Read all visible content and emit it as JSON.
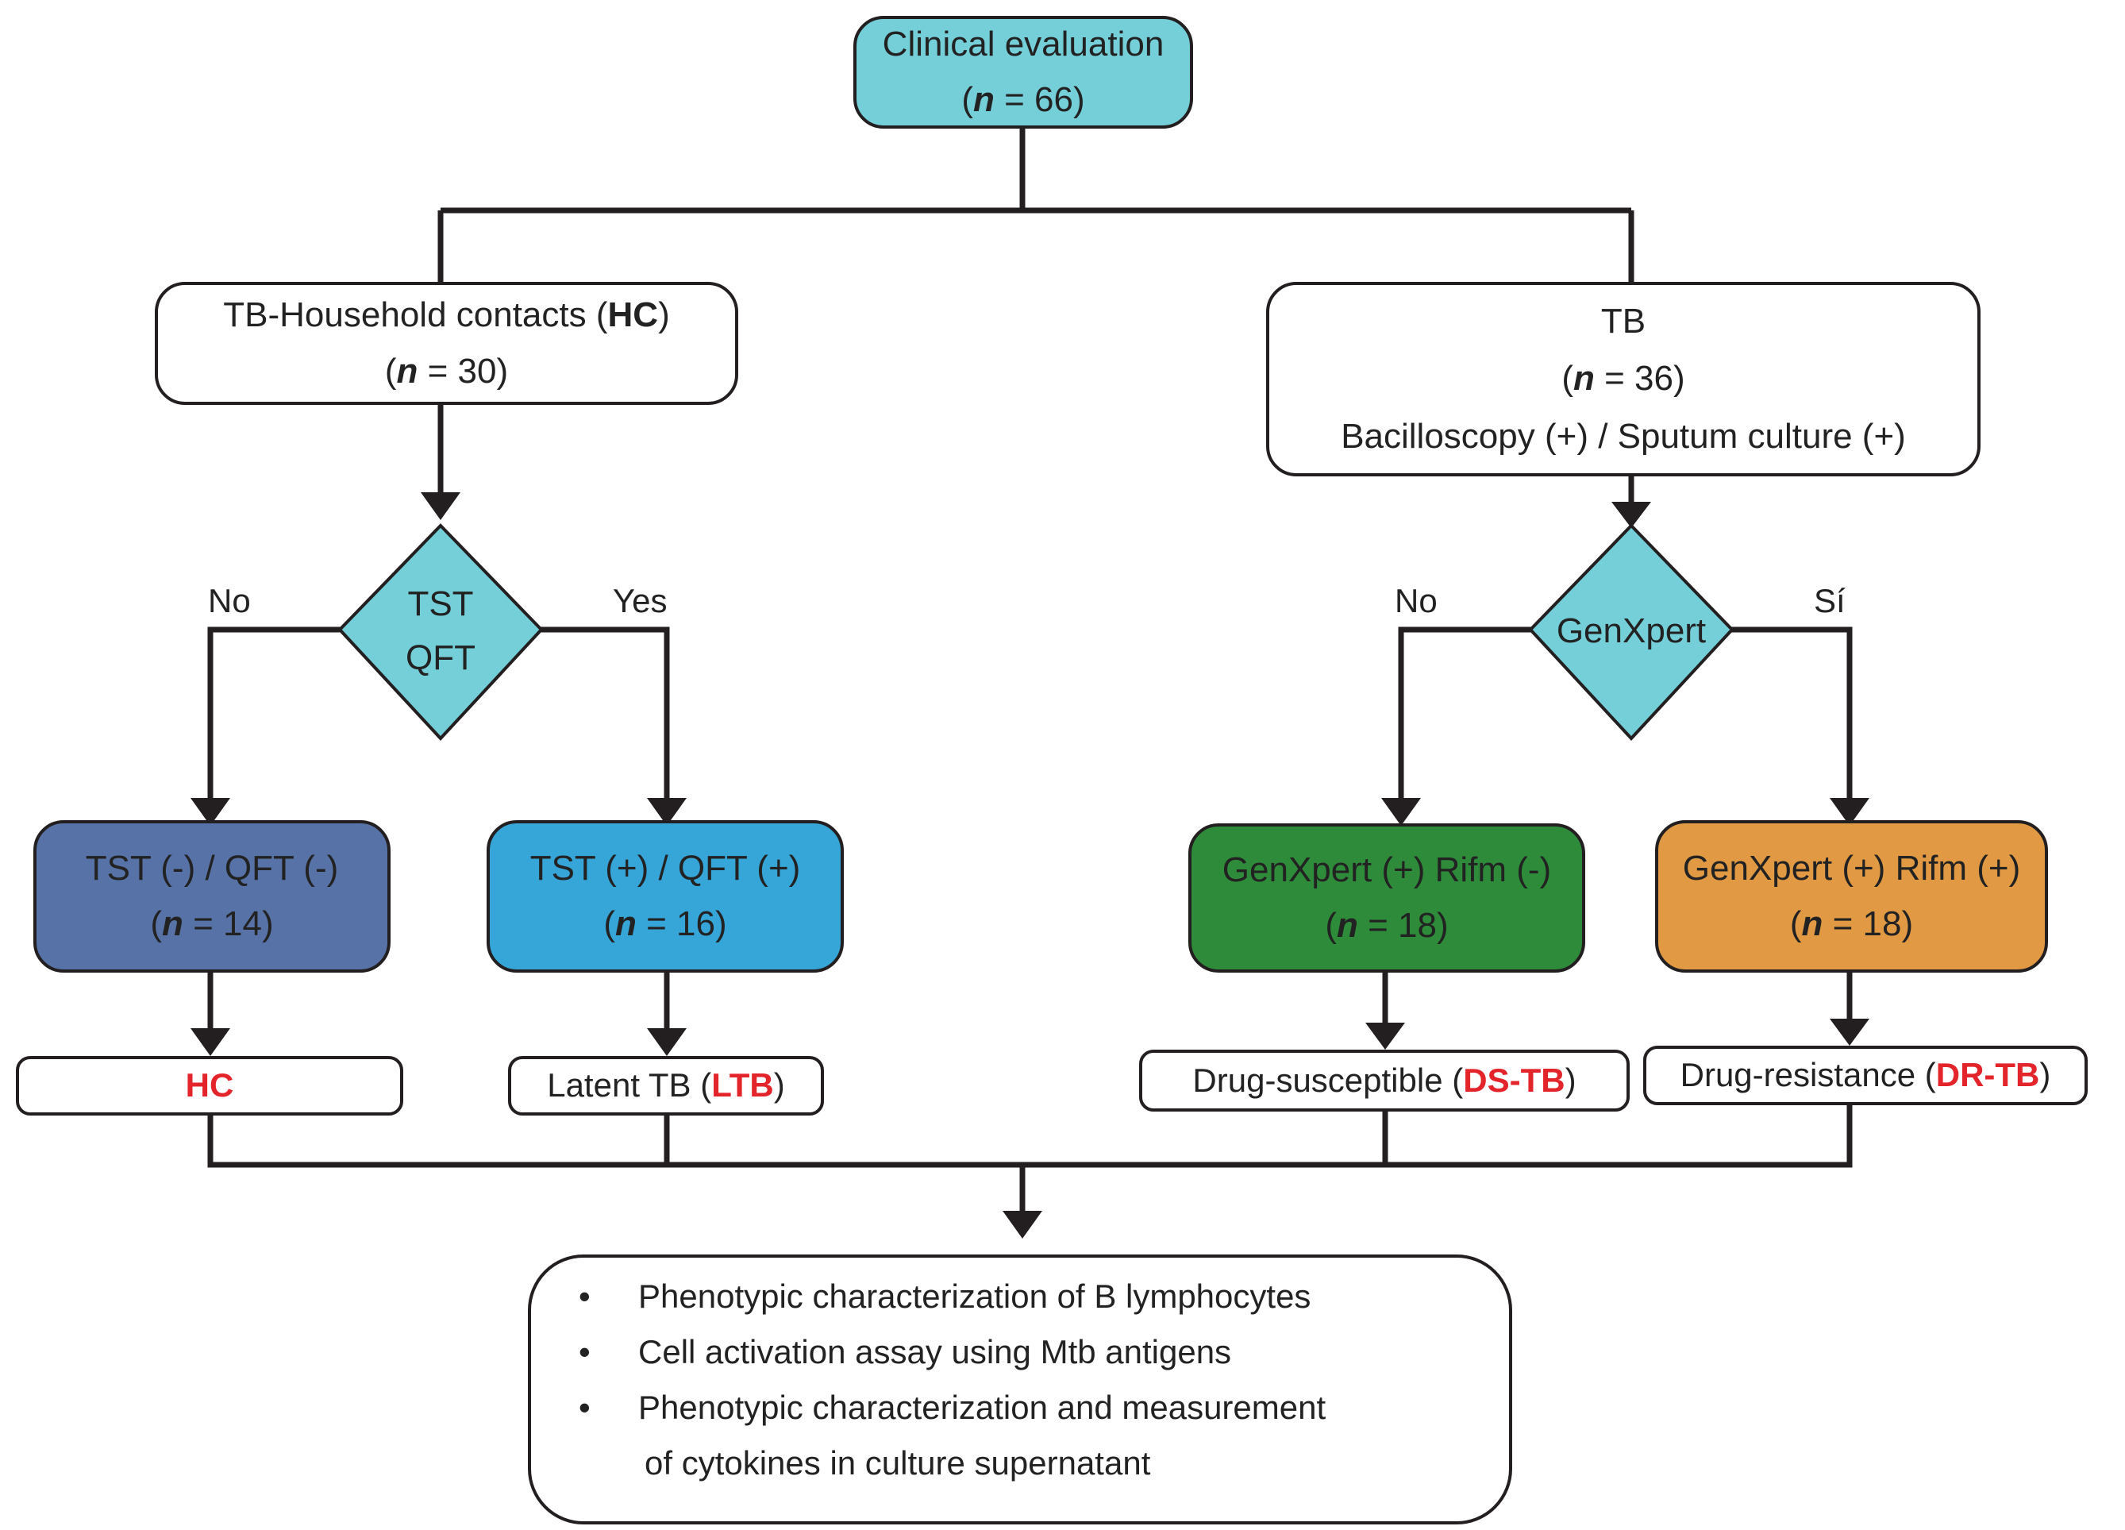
{
  "top": {
    "line1": "Clinical evaluation",
    "n_label": "n",
    "n_rest": " = 66)"
  },
  "hc_group": {
    "prefix": "TB-Household contacts (",
    "bold": "HC",
    "suffix": ")",
    "n_label": "n",
    "n_rest": " = 30)"
  },
  "tb_group": {
    "line1": "TB",
    "n_label": "n",
    "n_rest": " = 36)",
    "line3": "Bacilloscopy (+) / Sputum culture (+)"
  },
  "diamond_left": {
    "line1": "TST",
    "line2": "QFT",
    "no": "No",
    "yes": "Yes"
  },
  "diamond_right": {
    "line1": "GenXpert",
    "no": "No",
    "yes": "Sí"
  },
  "outcomes": {
    "neg": {
      "line1": "TST (-) / QFT (-)",
      "n_label": "n",
      "n_rest": " = 14)",
      "color": "#5672a6"
    },
    "pos": {
      "line1": "TST (+) / QFT (+)",
      "n_label": "n",
      "n_rest": " = 16)",
      "color": "#36a5d8"
    },
    "ds": {
      "line1": "GenXpert (+) Rifm (-)",
      "n_label": "n",
      "n_rest": " = 18)",
      "color": "#2e8b3a"
    },
    "dr": {
      "line1": "GenXpert (+) Rifm (+)",
      "n_label": "n",
      "n_rest": " = 18)",
      "color": "#e19a43"
    }
  },
  "labels": {
    "hc": "HC",
    "ltb_prefix": "Latent TB (",
    "ltb": "LTB",
    "ltb_suffix": ")",
    "ds_prefix": "Drug-susceptible (",
    "ds": "DS-TB",
    "ds_suffix": ")",
    "dr_prefix": "Drug-resistance (",
    "dr": "DR-TB",
    "dr_suffix": ")"
  },
  "analysis": {
    "bullet": "•",
    "items": [
      "Phenotypic characterization of B lymphocytes",
      "Cell activation assay using Mtb antigens",
      "Phenotypic characterization and measurement"
    ],
    "continuation": "of cytokines in culture supernatant"
  },
  "colors": {
    "teal": "#75cfd8",
    "accent_red": "#e3242b",
    "line": "#231f20"
  }
}
